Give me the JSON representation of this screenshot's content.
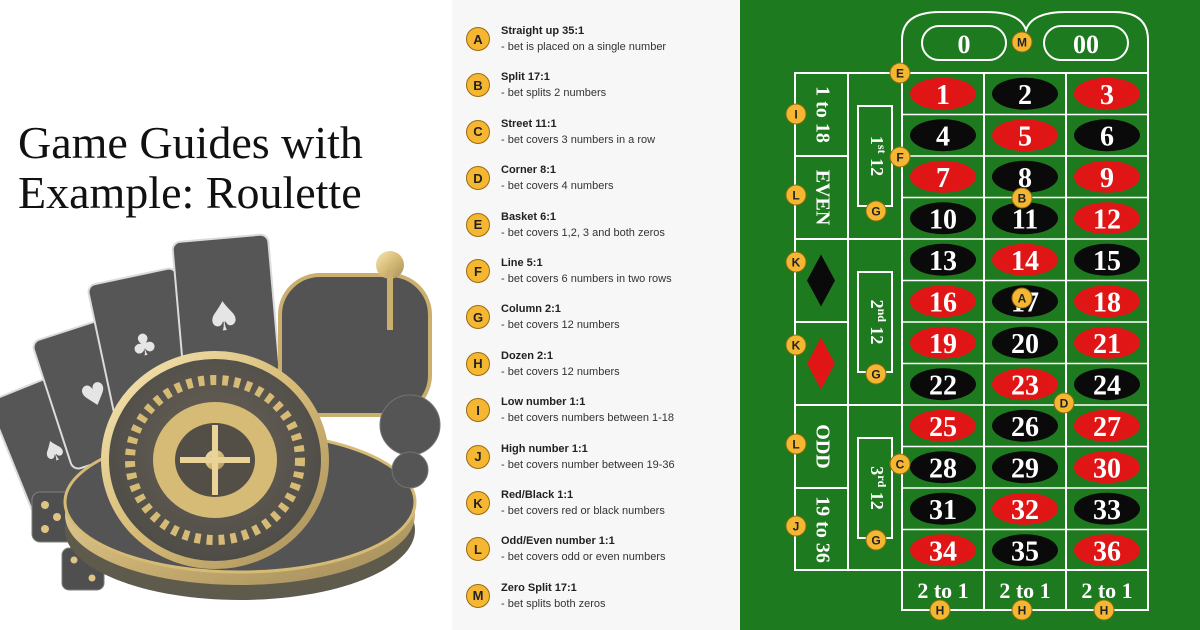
{
  "title": {
    "line1": "Game Guides with",
    "line2": "Example: Roulette"
  },
  "bets": [
    {
      "letter": "A",
      "name": "Straight up 35:1",
      "desc": "- bet is placed on a single number"
    },
    {
      "letter": "B",
      "name": "Split 17:1",
      "desc": "- bet splits 2 numbers"
    },
    {
      "letter": "C",
      "name": "Street 11:1",
      "desc": "- bet covers 3 numbers in a row"
    },
    {
      "letter": "D",
      "name": "Corner 8:1",
      "desc": "- bet covers 4 numbers"
    },
    {
      "letter": "E",
      "name": "Basket 6:1",
      "desc": "- bet covers 1,2, 3 and both zeros"
    },
    {
      "letter": "F",
      "name": "Line 5:1",
      "desc": "- bet covers 6 numbers in two rows"
    },
    {
      "letter": "G",
      "name": "Column 2:1",
      "desc": "- bet covers 12 numbers"
    },
    {
      "letter": "H",
      "name": "Dozen 2:1",
      "desc": "- bet covers 12 numbers"
    },
    {
      "letter": "I",
      "name": "Low number 1:1",
      "desc": "- bet covers numbers between 1-18"
    },
    {
      "letter": "J",
      "name": "High number 1:1",
      "desc": "- bet covers number between 19-36"
    },
    {
      "letter": "K",
      "name": "Red/Black 1:1",
      "desc": "- bet covers red or black numbers"
    },
    {
      "letter": "L",
      "name": "Odd/Even number 1:1",
      "desc": "- bet covers odd or even numbers"
    },
    {
      "letter": "M",
      "name": "Zero Split 17:1",
      "desc": "- bet splits both zeros"
    }
  ],
  "table": {
    "zero": "0",
    "double_zero": "00",
    "numbers": [
      {
        "n": "1",
        "color": "red"
      },
      {
        "n": "2",
        "color": "black"
      },
      {
        "n": "3",
        "color": "red"
      },
      {
        "n": "4",
        "color": "black"
      },
      {
        "n": "5",
        "color": "red"
      },
      {
        "n": "6",
        "color": "black"
      },
      {
        "n": "7",
        "color": "red"
      },
      {
        "n": "8",
        "color": "black"
      },
      {
        "n": "9",
        "color": "red"
      },
      {
        "n": "10",
        "color": "black"
      },
      {
        "n": "11",
        "color": "black"
      },
      {
        "n": "12",
        "color": "red"
      },
      {
        "n": "13",
        "color": "black"
      },
      {
        "n": "14",
        "color": "red"
      },
      {
        "n": "15",
        "color": "black"
      },
      {
        "n": "16",
        "color": "red"
      },
      {
        "n": "17",
        "color": "black"
      },
      {
        "n": "18",
        "color": "red"
      },
      {
        "n": "19",
        "color": "red"
      },
      {
        "n": "20",
        "color": "black"
      },
      {
        "n": "21",
        "color": "red"
      },
      {
        "n": "22",
        "color": "black"
      },
      {
        "n": "23",
        "color": "red"
      },
      {
        "n": "24",
        "color": "black"
      },
      {
        "n": "25",
        "color": "red"
      },
      {
        "n": "26",
        "color": "black"
      },
      {
        "n": "27",
        "color": "red"
      },
      {
        "n": "28",
        "color": "black"
      },
      {
        "n": "29",
        "color": "black"
      },
      {
        "n": "30",
        "color": "red"
      },
      {
        "n": "31",
        "color": "black"
      },
      {
        "n": "32",
        "color": "red"
      },
      {
        "n": "33",
        "color": "black"
      },
      {
        "n": "34",
        "color": "red"
      },
      {
        "n": "35",
        "color": "black"
      },
      {
        "n": "36",
        "color": "red"
      }
    ],
    "outside_left": [
      "1 to 18",
      "EVEN",
      "ODD",
      "19 to 36"
    ],
    "dozens": [
      {
        "ord": "1",
        "sup": "st",
        "num": "12"
      },
      {
        "ord": "2",
        "sup": "nd",
        "num": "12"
      },
      {
        "ord": "3",
        "sup": "rd",
        "num": "12"
      }
    ],
    "columns": [
      "2 to 1",
      "2 to 1",
      "2 to 1"
    ],
    "markers": [
      "M",
      "E",
      "I",
      "F",
      "G",
      "L",
      "B",
      "K",
      "A",
      "K",
      "G",
      "D",
      "L",
      "C",
      "J",
      "G",
      "H",
      "H",
      "H"
    ]
  },
  "colors": {
    "felt": "#1e7a1e",
    "red": "#e01616",
    "black": "#0a0a0a",
    "chip": "#f5b731",
    "line": "#ffffff"
  },
  "icons": [
    "diamond-red-icon",
    "diamond-black-icon",
    "playing-card-icon",
    "roulette-wheel-icon",
    "dice-icon",
    "casino-chip-icon",
    "slot-lever-icon"
  ]
}
